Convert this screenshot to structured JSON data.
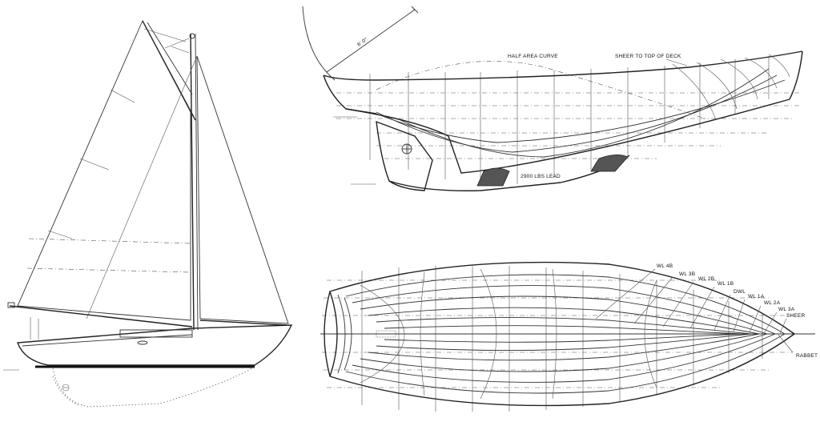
{
  "profile": {
    "half_area_curve_label": "HALF AREA CURVE",
    "sheer_label": "SHEER TO TOP OF DECK",
    "lead_label": "2900 LBS LEAD",
    "angle_label": "6' 0\""
  },
  "plan": {
    "waterlines": [
      "WL 4B",
      "WL 3B",
      "WL 2B",
      "WL 1B",
      "DWL",
      "WL 1A",
      "WL 2A",
      "WL 3A",
      "SHEER"
    ],
    "rabbet_label": "RABBET"
  }
}
